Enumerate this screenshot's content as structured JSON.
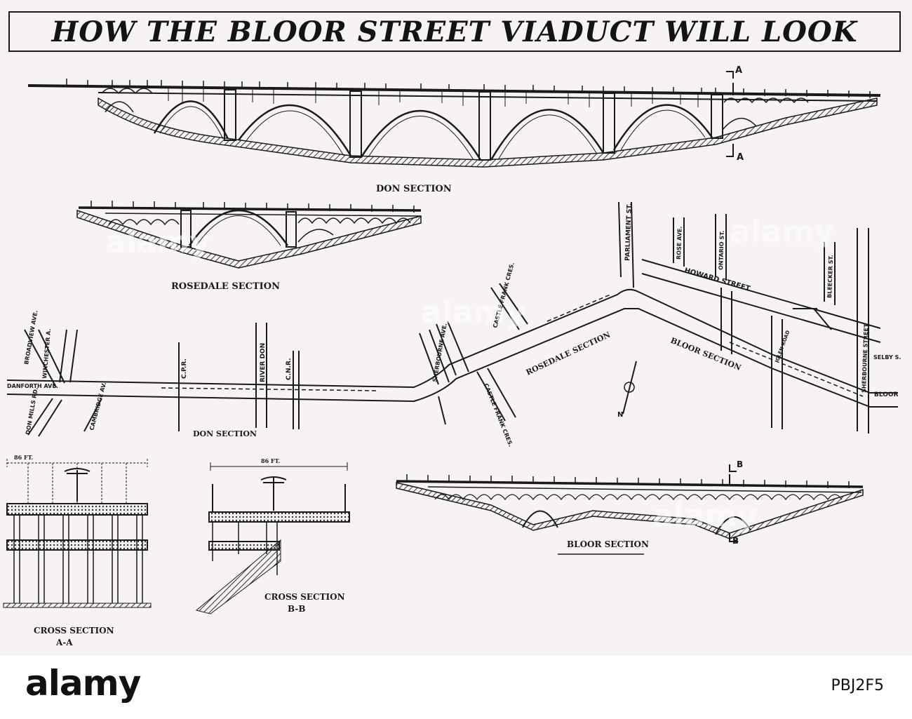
{
  "title": "HOW THE BLOOR STREET VIADUCT WILL LOOK",
  "elevations": {
    "don": "DON SECTION",
    "rosedale": "ROSEDALE SECTION",
    "bloor": "BLOOR SECTION"
  },
  "markers": {
    "a_top": "A",
    "a_bottom": "A",
    "b_top": "B",
    "b_bottom": "B"
  },
  "elevation_small_labels": {
    "cpr": "C.P.R.",
    "river_don": "RIVER DON",
    "cnr": "C.N.R."
  },
  "map": {
    "streets": {
      "broadview": "BROADVIEW AVE.",
      "winchester": "WINCHESTER A.",
      "danforth": "DANFORTH AVE.",
      "don_mills": "DON MILLS RD.",
      "cambridge": "CAMBRIDGE AV.",
      "cpr": "C.P.R.",
      "river_don": "RIVER DON",
      "cnr": "C.N.R.",
      "sherbourne_st": "SHERBOURNE AVE.",
      "castle_frank_n": "CASTLE FRANK CRES.",
      "castle_frank_s": "CASTLE FRANK CRES.",
      "parliament": "PARLIAMENT ST.",
      "rose": "ROSE AVE.",
      "ontario": "ONTARIO ST.",
      "howard": "HOWARD STREET",
      "glen_road": "GLEN ROAD",
      "bleecker": "BLEECKER ST.",
      "sherbourne_street": "SHERBOURNE STREET",
      "selby": "SELBY S.",
      "bloor": "BLOOR"
    },
    "section_labels": {
      "don": "DON SECTION",
      "rosedale": "ROSEDALE SECTION",
      "bloor": "BLOOR SECTION"
    },
    "compass": "N"
  },
  "cross_sections": {
    "aa": {
      "label": "CROSS SECTION",
      "id": "A-A",
      "width": "86 FT."
    },
    "bb": {
      "label": "CROSS SECTION",
      "id": "B-B",
      "width": "86 FT."
    }
  },
  "footer": {
    "brand": "alamy",
    "image_id": "PBJ2F5"
  },
  "watermark": "alamy"
}
